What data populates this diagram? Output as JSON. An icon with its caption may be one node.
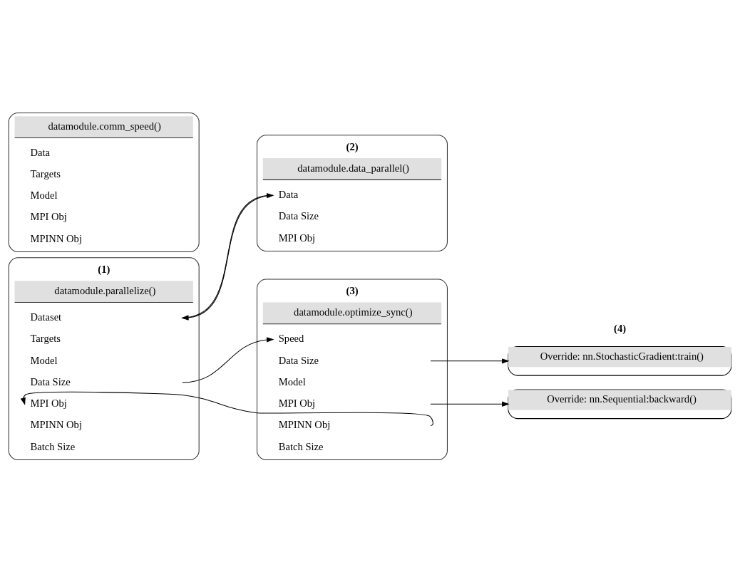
{
  "diagram": {
    "nodes": [
      {
        "text": [
          "(1)",
          "datamodule.parallelize()"
        ]
      },
      {
        "text": [
          "Dataset"
        ],
        "in": 0
      },
      {
        "text": [
          "Targets"
        ],
        "in": 0
      },
      {
        "text": [
          "Model"
        ],
        "in": 0
      },
      {
        "text": [
          "Data Size"
        ],
        "in": 0
      },
      {
        "text": [
          "MPI Obj"
        ],
        "in": 0
      },
      {
        "text": [
          "MPINN Obj"
        ],
        "in": 0
      },
      {
        "text": [
          "Batch Size"
        ],
        "in": 0
      },
      {
        "text": [
          "(2)",
          "datamodule.data_parallel()"
        ]
      },
      {
        "text": [
          "Data"
        ],
        "in": 8
      },
      {
        "text": [
          "Data Size"
        ],
        "in": 8
      },
      {
        "text": [
          "MPI Obj"
        ],
        "in": 8
      },
      {
        "text": [
          "datamodule.comm_speed()"
        ]
      },
      {
        "text": [
          "Data"
        ],
        "in": 12
      },
      {
        "text": [
          "Targets"
        ],
        "in": 12
      },
      {
        "text": [
          "Model"
        ],
        "in": 12
      },
      {
        "text": [
          "MPI Obj"
        ],
        "in": 12
      },
      {
        "text": [
          "MPINN Obj"
        ],
        "in": 12
      },
      {
        "text": [
          "(3)",
          "datamodule.optimize_sync()"
        ]
      },
      {
        "text": [
          "Speed"
        ],
        "in": 18
      },
      {
        "text": [
          "Data Size"
        ],
        "in": 18
      },
      {
        "text": [
          "Model"
        ],
        "in": 18
      },
      {
        "text": [
          "MPI Obj"
        ],
        "in": 18
      },
      {
        "text": [
          "MPINN Obj"
        ],
        "in": 18
      },
      {
        "text": [
          "Batch Size"
        ],
        "in": 18
      },
      {
        "text": [
          "Override: nn.StochasticGradient:train()"
        ]
      },
      {
        "text": [
          "Override: nn.Sequential:backward()"
        ]
      }
    ],
    "edges": [
      {
        "from": 1,
        "to": 9,
        "arrow": "to"
      },
      {
        "from": 9,
        "to": 1,
        "arrow": "to"
      },
      {
        "from": 4,
        "to": 19,
        "arrow": "to"
      },
      {
        "from": 23,
        "to": 5,
        "arrow": "to"
      },
      {
        "from": 20,
        "to": 25,
        "arrow": "to"
      },
      {
        "from": 22,
        "to": 26,
        "arrow": "to"
      }
    ],
    "labels": [
      "(4)"
    ]
  }
}
